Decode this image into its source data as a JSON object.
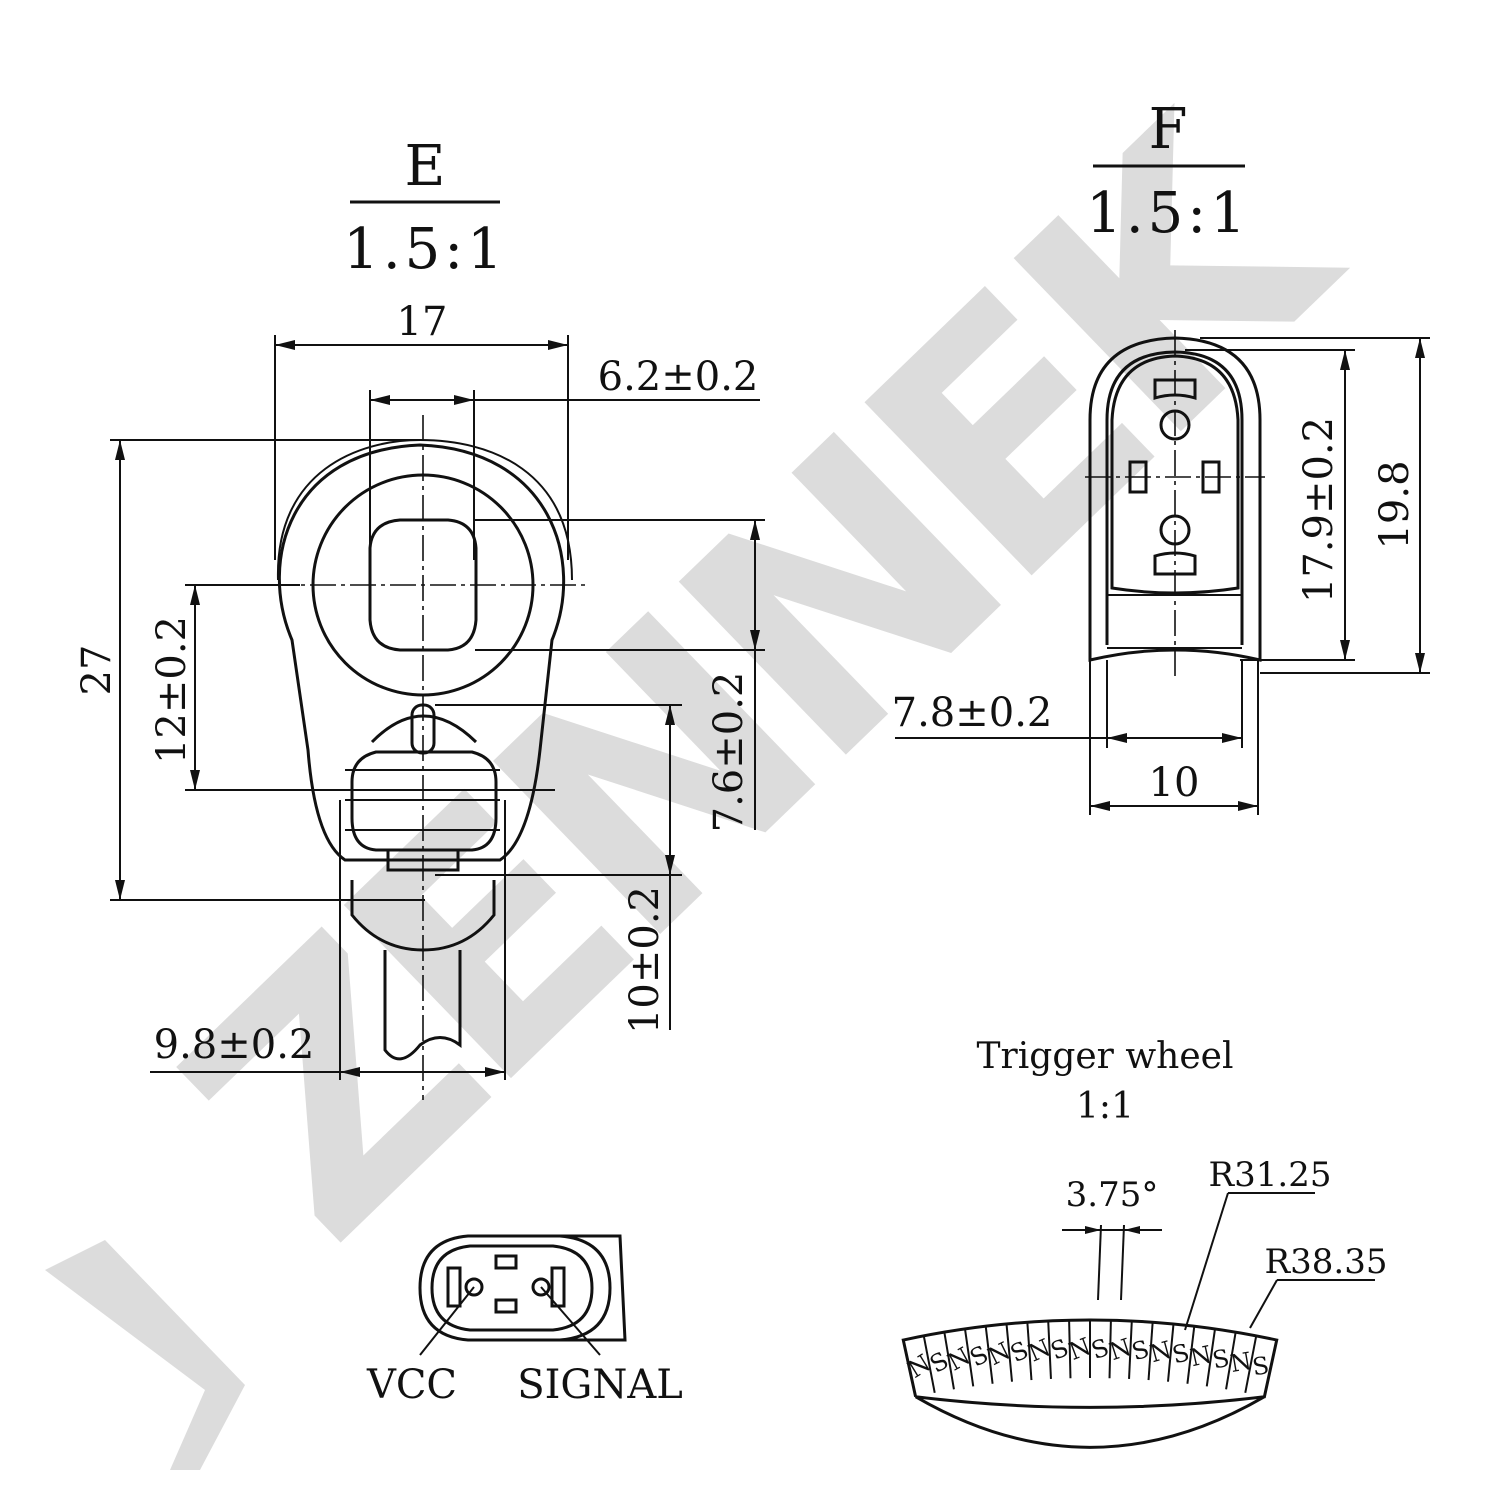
{
  "watermark": {
    "text": "ZENNEK",
    "color": "#dcdcdc"
  },
  "view_e": {
    "title": "E",
    "scale": "1.5:1",
    "dims": {
      "width": "17",
      "bore": "6.2±0.2",
      "height": "27",
      "hole_to_connector": "12±0.2",
      "offset": "7.6±0.2",
      "connector_len": "10±0.2",
      "body_width": "9.8±0.2"
    }
  },
  "view_f": {
    "title": "F",
    "scale": "1.5:1",
    "dims": {
      "inner_height": "17.9±0.2",
      "outer_height": "19.8",
      "inner_width": "7.8±0.2",
      "outer_width": "10"
    }
  },
  "connector_pins": {
    "left": "VCC",
    "right": "SIGNAL"
  },
  "trigger_wheel": {
    "title": "Trigger wheel",
    "scale": "1:1",
    "angle": "3.75°",
    "inner_radius": "R31.25",
    "outer_radius": "R38.35",
    "poles": [
      "N",
      "S",
      "N",
      "S",
      "N",
      "S",
      "N",
      "S",
      "N",
      "S",
      "N",
      "S",
      "N",
      "S",
      "N",
      "S",
      "N",
      "S"
    ]
  }
}
